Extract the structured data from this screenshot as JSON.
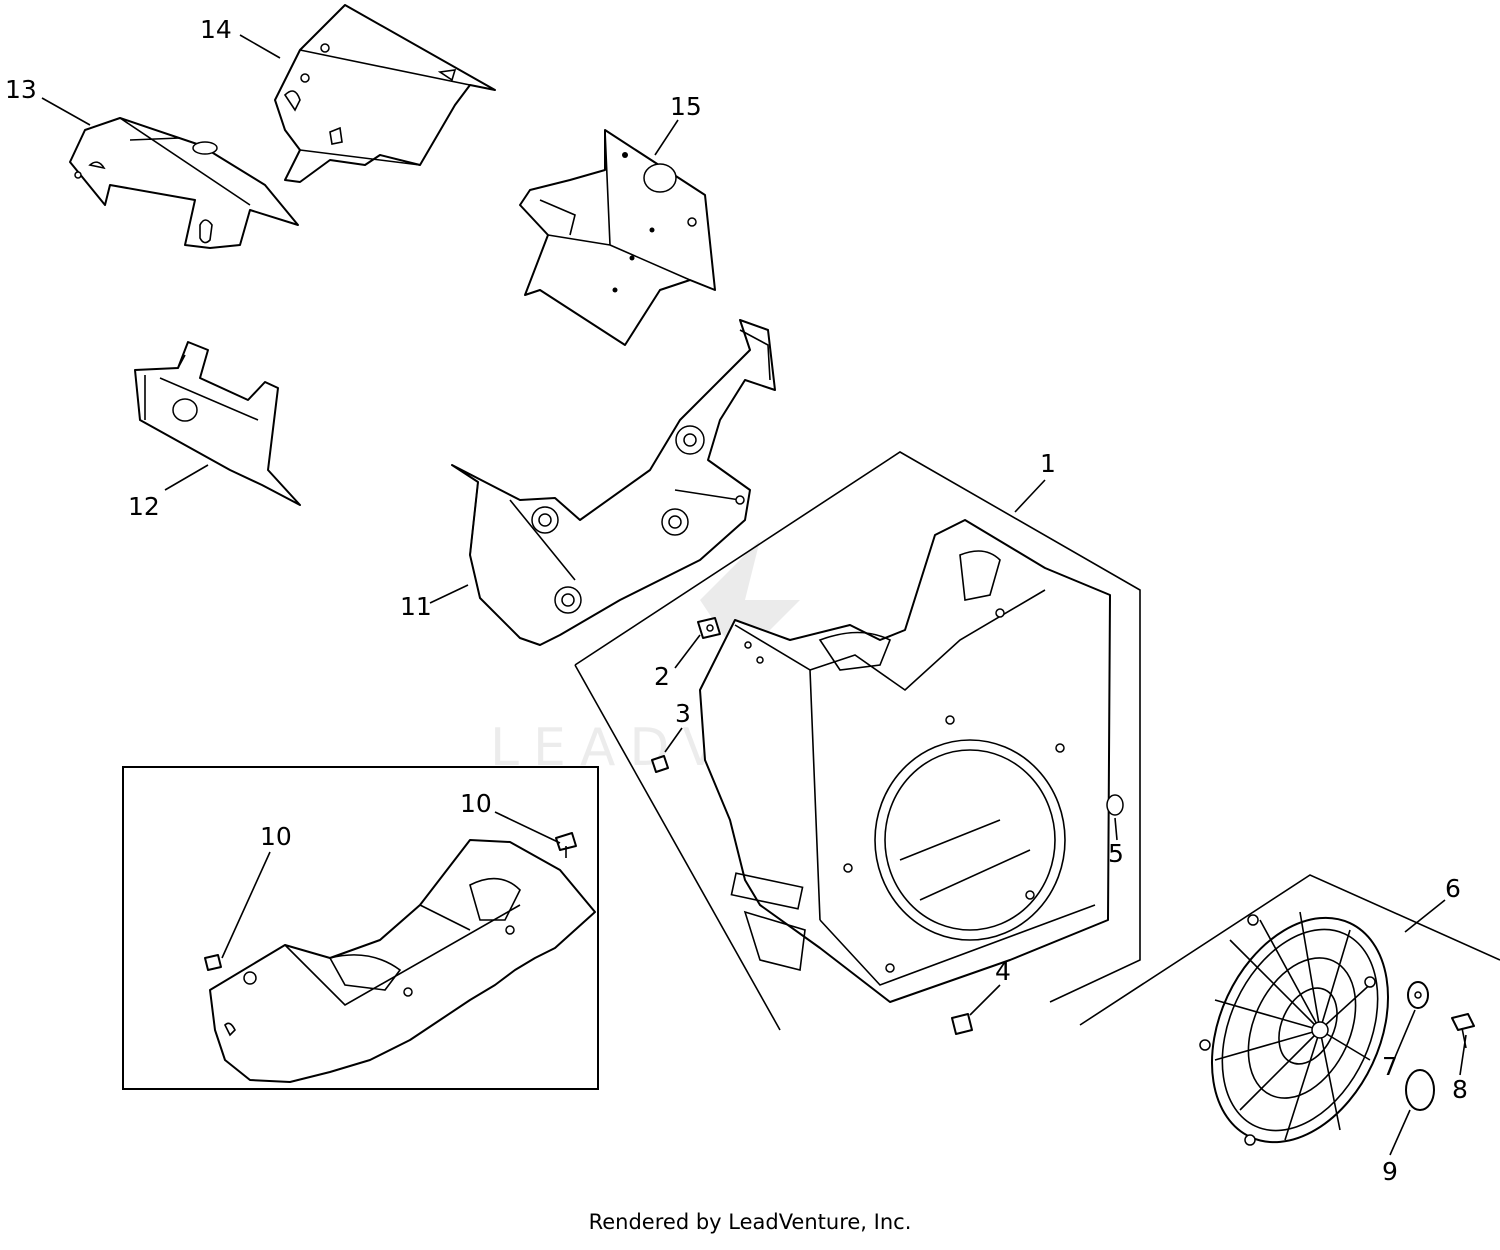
{
  "watermark": "LEADVENTURE",
  "footer": "Rendered by LeadVenture, Inc.",
  "callouts": {
    "c1": "1",
    "c2": "2",
    "c3": "3",
    "c4": "4",
    "c5": "5",
    "c6": "6",
    "c7": "7",
    "c8": "8",
    "c9": "9",
    "c10a": "10",
    "c10b": "10",
    "c11": "11",
    "c12": "12",
    "c13": "13",
    "c14": "14",
    "c15": "15"
  }
}
